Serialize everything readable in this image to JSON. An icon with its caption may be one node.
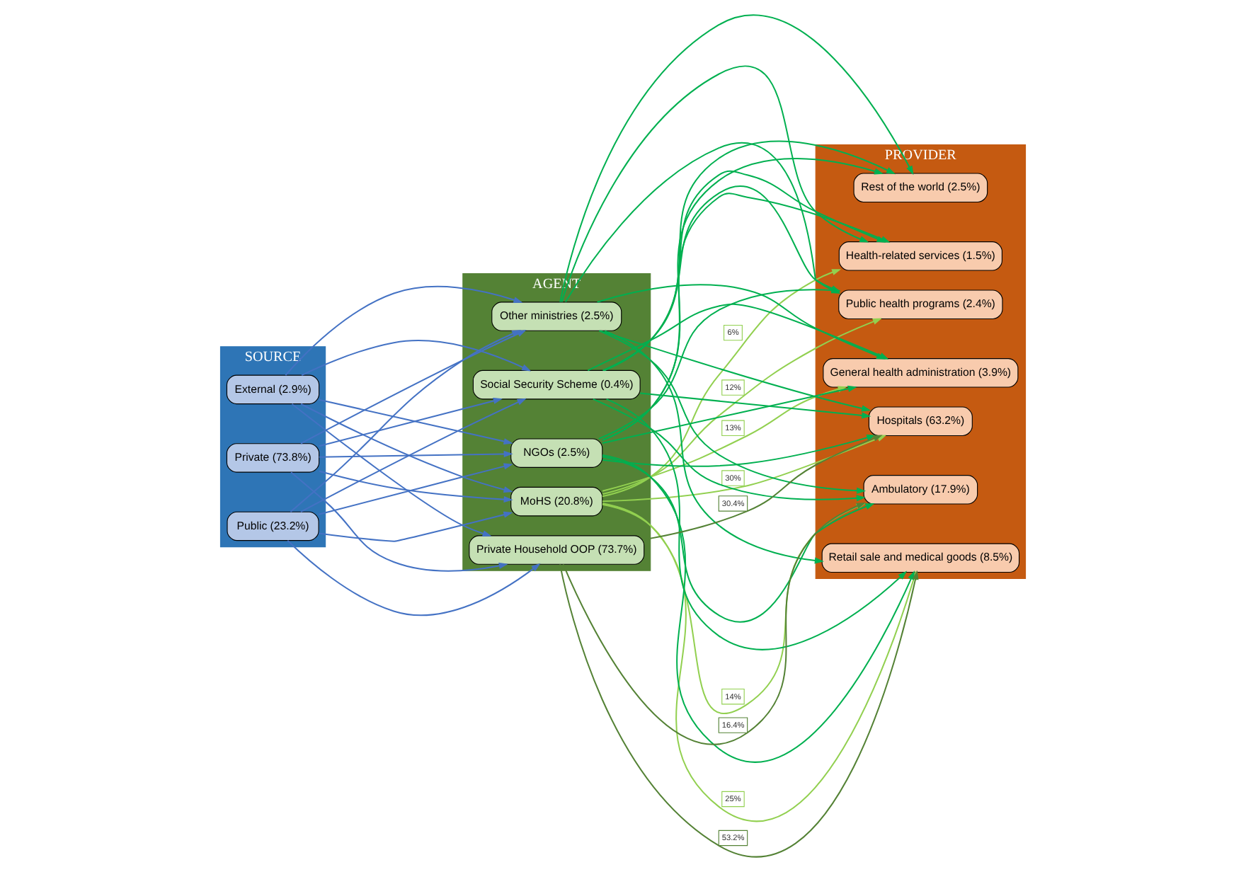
{
  "diagram": {
    "nodes": [
      {
        "text": [
          "SOURCE"
        ]
      },
      {
        "text": [
          "Public (23.2%)"
        ],
        "in": 0
      },
      {
        "text": [
          "Private (73.8%)"
        ],
        "in": 0
      },
      {
        "text": [
          "External (2.9%)"
        ],
        "in": 0
      },
      {
        "text": [
          "AGENT"
        ]
      },
      {
        "text": [
          "MoHS (20.8%)"
        ],
        "in": 4
      },
      {
        "text": [
          "Other ministries (2.5%)"
        ],
        "in": 4
      },
      {
        "text": [
          "Social Security Scheme (0.4%)"
        ],
        "in": 4
      },
      {
        "text": [
          "NGOs (2.5%)"
        ],
        "in": 4
      },
      {
        "text": [
          "Private Household OOP (73.7%)"
        ],
        "in": 4
      },
      {
        "text": [
          "PROVIDER"
        ]
      },
      {
        "text": [
          "Hospitals (63.2%)"
        ],
        "in": 10
      },
      {
        "text": [
          "Ambulatory (17.9%)"
        ],
        "in": 10
      },
      {
        "text": [
          "Retail sale and medical goods (8.5%)"
        ],
        "in": 10
      },
      {
        "text": [
          "Public health programs (2.4%)"
        ],
        "in": 10
      },
      {
        "text": [
          "General health administration (3.9%)"
        ],
        "in": 10
      },
      {
        "text": [
          "Health-related services (1.5%)"
        ],
        "in": 10
      },
      {
        "text": [
          "Rest of the world (2.5%)"
        ],
        "in": 10
      }
    ],
    "edges": [
      {
        "from": 1,
        "to": 5,
        "arrow": "to",
        "color": "#4472c4"
      },
      {
        "from": 1,
        "to": 6,
        "arrow": "to",
        "color": "#4472c4"
      },
      {
        "from": 1,
        "to": 7,
        "arrow": "to",
        "color": "#4472c4"
      },
      {
        "from": 1,
        "to": 8,
        "arrow": "to",
        "color": "#4472c4"
      },
      {
        "from": 1,
        "to": 9,
        "arrow": "to",
        "color": "#4472c4"
      },
      {
        "from": 2,
        "to": 5,
        "arrow": "to",
        "color": "#4472c4"
      },
      {
        "from": 2,
        "to": 6,
        "arrow": "to",
        "color": "#4472c4"
      },
      {
        "from": 2,
        "to": 7,
        "arrow": "to",
        "color": "#4472c4"
      },
      {
        "from": 2,
        "to": 8,
        "arrow": "to",
        "color": "#4472c4"
      },
      {
        "from": 2,
        "to": 9,
        "arrow": "to",
        "color": "#4472c4"
      },
      {
        "from": 3,
        "to": 5,
        "arrow": "to",
        "color": "#4472c4"
      },
      {
        "from": 3,
        "to": 6,
        "arrow": "to",
        "color": "#4472c4"
      },
      {
        "from": 3,
        "to": 7,
        "arrow": "to",
        "color": "#4472c4"
      },
      {
        "from": 3,
        "to": 8,
        "arrow": "to",
        "color": "#4472c4"
      },
      {
        "from": 3,
        "to": 9,
        "arrow": "to",
        "color": "#4472c4"
      },
      {
        "from": 5,
        "to": 11,
        "arrow": "to",
        "label": "30%",
        "color": "#92d050"
      },
      {
        "from": 5,
        "to": 12,
        "arrow": "to",
        "label": "14%",
        "color": "#92d050"
      },
      {
        "from": 5,
        "to": 13,
        "arrow": "to",
        "label": "25%",
        "color": "#92d050"
      },
      {
        "from": 5,
        "to": 14,
        "arrow": "to",
        "label": "12%",
        "color": "#92d050"
      },
      {
        "from": 5,
        "to": 15,
        "arrow": "to",
        "label": "13%",
        "color": "#92d050"
      },
      {
        "from": 5,
        "to": 16,
        "arrow": "to",
        "label": "6%",
        "color": "#92d050"
      },
      {
        "from": 9,
        "to": 11,
        "arrow": "to",
        "label": "30.4%",
        "color": "#548235"
      },
      {
        "from": 9,
        "to": 12,
        "arrow": "to",
        "label": "16.4%",
        "color": "#548235"
      },
      {
        "from": 9,
        "to": 13,
        "arrow": "to",
        "label": "53.2%",
        "color": "#548235"
      },
      {
        "from": 6,
        "to": 11,
        "arrow": "to"
      },
      {
        "from": 6,
        "to": 12,
        "arrow": "to"
      },
      {
        "from": 6,
        "to": 13,
        "arrow": "to"
      },
      {
        "from": 6,
        "to": 14,
        "arrow": "to"
      },
      {
        "from": 6,
        "to": 15,
        "arrow": "to"
      },
      {
        "from": 6,
        "to": 16,
        "arrow": "to"
      },
      {
        "from": 6,
        "to": 17,
        "arrow": "to"
      },
      {
        "from": 7,
        "to": 11,
        "arrow": "to"
      },
      {
        "from": 7,
        "to": 12,
        "arrow": "to"
      },
      {
        "from": 7,
        "to": 13,
        "arrow": "to"
      },
      {
        "from": 7,
        "to": 14,
        "arrow": "to"
      },
      {
        "from": 7,
        "to": 15,
        "arrow": "to"
      },
      {
        "from": 7,
        "to": 16,
        "arrow": "to"
      },
      {
        "from": 7,
        "to": 17,
        "arrow": "to"
      },
      {
        "from": 8,
        "to": 11,
        "arrow": "to"
      },
      {
        "from": 8,
        "to": 12,
        "arrow": "to"
      },
      {
        "from": 8,
        "to": 13,
        "arrow": "to"
      },
      {
        "from": 8,
        "to": 14,
        "arrow": "to"
      },
      {
        "from": 8,
        "to": 15,
        "arrow": "to"
      },
      {
        "from": 8,
        "to": 16,
        "arrow": "to"
      },
      {
        "from": 8,
        "to": 17,
        "arrow": "to"
      }
    ]
  }
}
